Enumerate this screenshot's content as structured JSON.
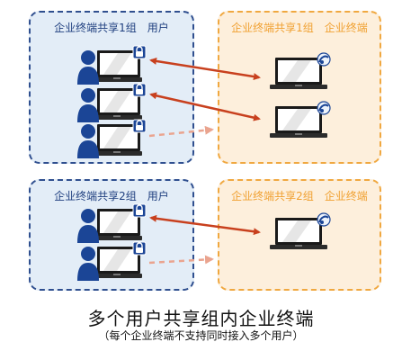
{
  "groups": [
    {
      "user_title": "企业终端共享1组　用户",
      "terminal_title": "企业终端共享1组　企业终端"
    },
    {
      "user_title": "企业终端共享2组　用户",
      "terminal_title": "企业终端共享2组　企业终端"
    }
  ],
  "caption": {
    "main": "多个用户共享组内企业终端",
    "sub": "（每个企业终端不支持同时接入多个用户）"
  },
  "colors": {
    "user_box_bg": "#e3edf7",
    "user_box_border": "#2f4f8f",
    "terminal_box_bg": "#fdefdc",
    "terminal_box_border": "#f0a840",
    "active_arrow": "#c8401e",
    "inactive_arrow": "#eaa48f",
    "person": "#1b4596",
    "lock": "#1b4596"
  },
  "icons": [
    "user-with-locked-laptop-icon",
    "enterprise-laptop-icon",
    "double-arrow-icon",
    "dashed-arrow-icon"
  ]
}
